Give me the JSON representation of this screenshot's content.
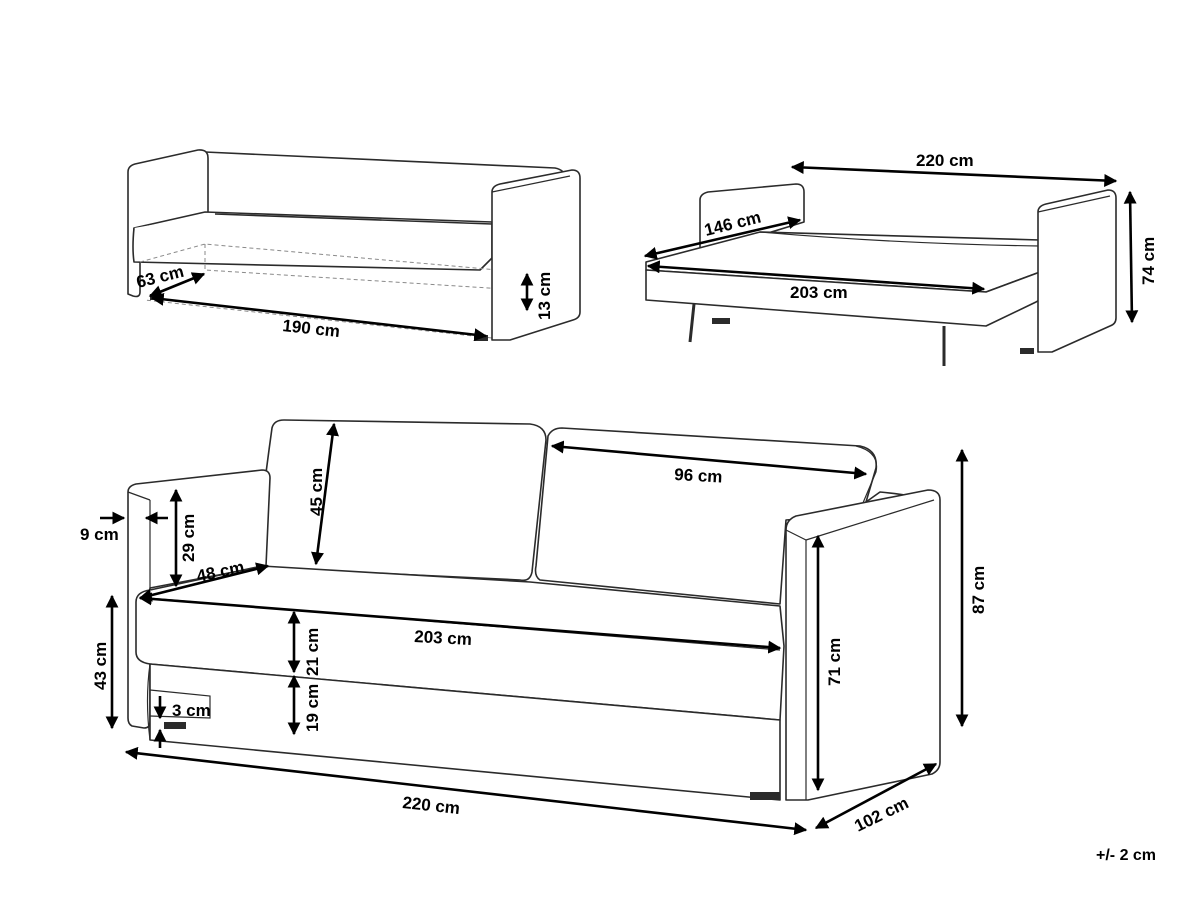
{
  "tolerance": "+/- 2 cm",
  "views": {
    "top_left": {
      "depth": "63 cm",
      "length": "190 cm",
      "height": "13 cm"
    },
    "top_right": {
      "total_width": "220 cm",
      "depth": "146 cm",
      "bed_length": "203 cm",
      "height": "74 cm"
    },
    "main": {
      "cushion_height": "45 cm",
      "cushion_width": "96 cm",
      "arm_width": "9 cm",
      "arm_height": "29 cm",
      "seat_depth": "48 cm",
      "seat_width": "203 cm",
      "seat_height": "43 cm",
      "seat_thickness": "21 cm",
      "base_height": "19 cm",
      "leg_height": "3 cm",
      "total_width": "220 cm",
      "total_depth": "102 cm",
      "arm_total_height": "71 cm",
      "total_height": "87 cm"
    }
  }
}
